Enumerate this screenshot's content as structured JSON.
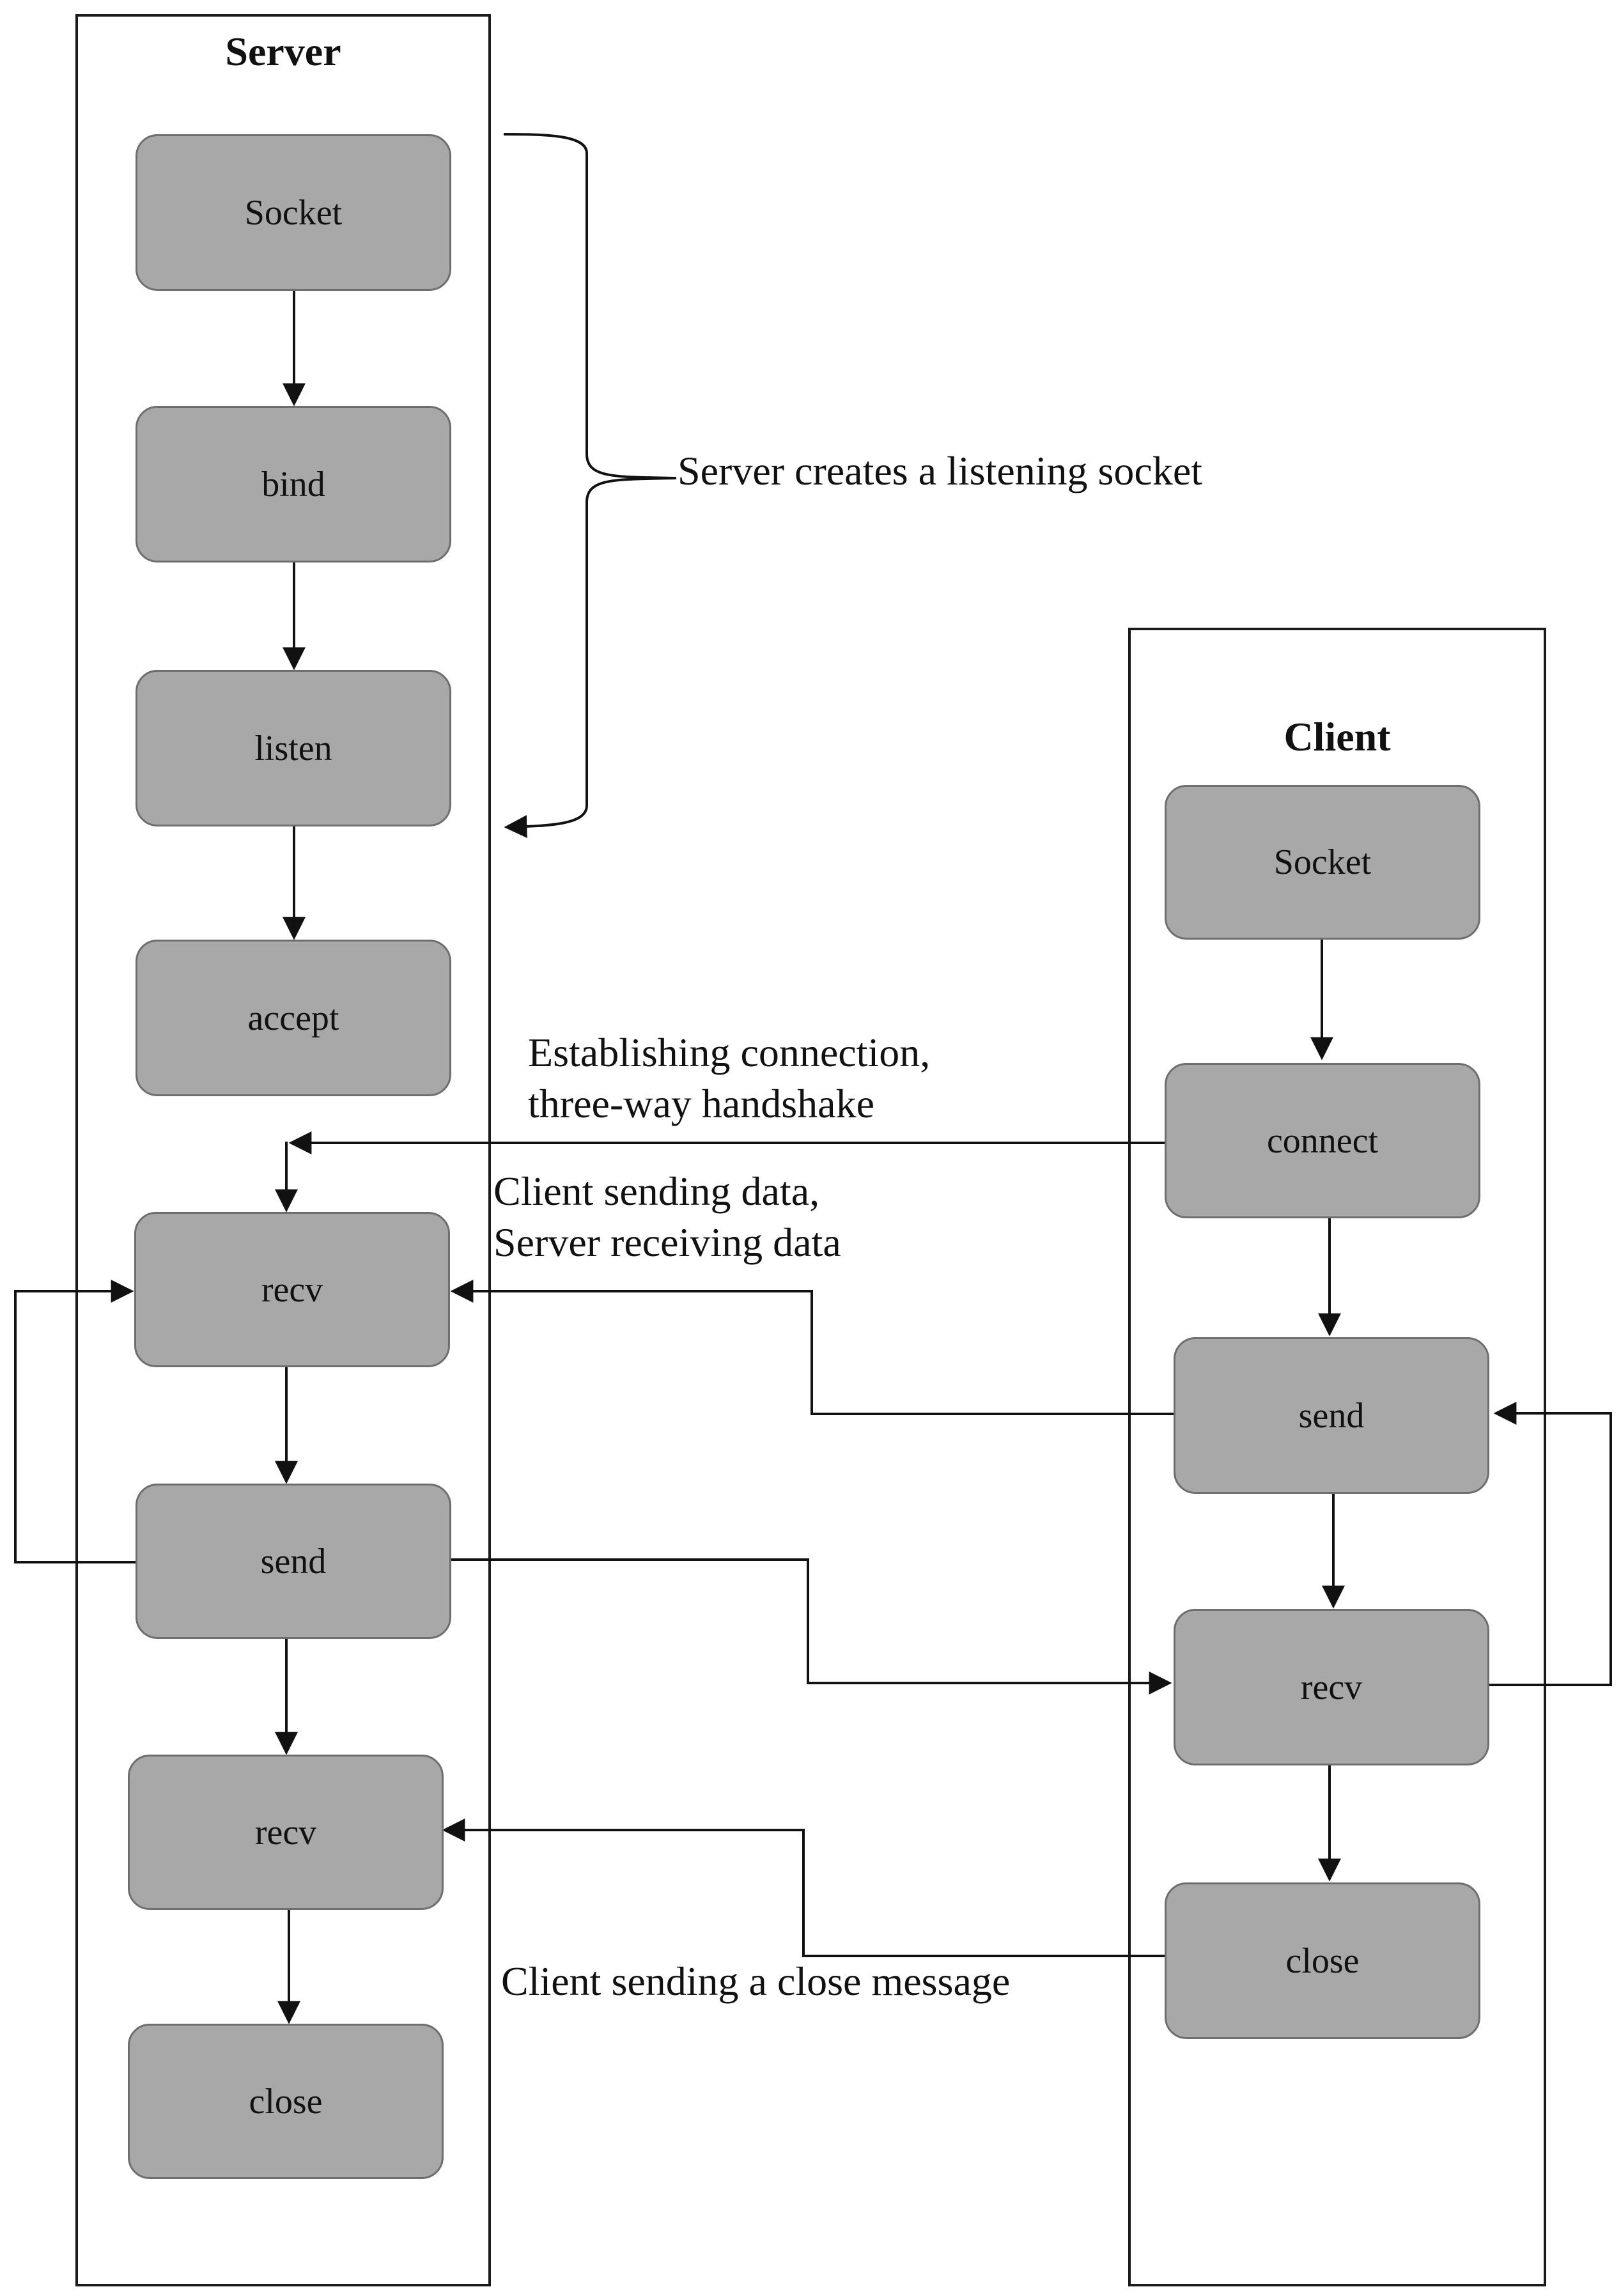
{
  "server": {
    "title": "Server",
    "nodes": [
      "Socket",
      "bind",
      "listen",
      "accept",
      "recv",
      "send",
      "recv",
      "close"
    ]
  },
  "client": {
    "title": "Client",
    "nodes": [
      "Socket",
      "connect",
      "send",
      "recv",
      "close"
    ]
  },
  "annotations": {
    "listening": "Server creates a listening socket",
    "handshake_line1": "Establishing connection,",
    "handshake_line2": "three-way handshake",
    "data_line1": "Client sending data,",
    "data_line2": "Server receiving data",
    "close_msg": "Client sending a close message"
  }
}
